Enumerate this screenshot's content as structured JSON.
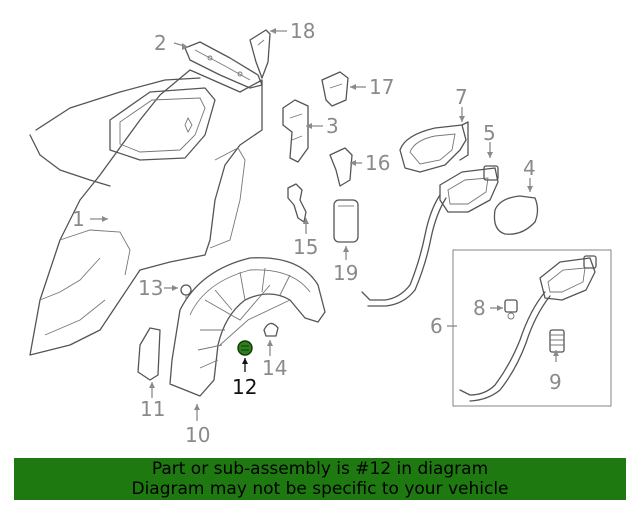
{
  "callouts": [
    {
      "id": "1",
      "label": "1"
    },
    {
      "id": "2",
      "label": "2"
    },
    {
      "id": "3",
      "label": "3"
    },
    {
      "id": "4",
      "label": "4"
    },
    {
      "id": "5",
      "label": "5"
    },
    {
      "id": "6",
      "label": "6"
    },
    {
      "id": "7",
      "label": "7"
    },
    {
      "id": "8",
      "label": "8"
    },
    {
      "id": "9",
      "label": "9"
    },
    {
      "id": "10",
      "label": "10"
    },
    {
      "id": "11",
      "label": "11"
    },
    {
      "id": "12",
      "label": "12",
      "highlighted": true
    },
    {
      "id": "13",
      "label": "13"
    },
    {
      "id": "14",
      "label": "14"
    },
    {
      "id": "15",
      "label": "15"
    },
    {
      "id": "16",
      "label": "16"
    },
    {
      "id": "17",
      "label": "17"
    },
    {
      "id": "18",
      "label": "18"
    },
    {
      "id": "19",
      "label": "19"
    }
  ],
  "banner": {
    "line1": "Part or sub-assembly is #12 in diagram",
    "line2": "Diagram may not be specific to your vehicle"
  },
  "colors": {
    "banner_bg": "#1e7a10",
    "highlight_part": "#2f7d1c",
    "callout_gray": "#8a8a8a"
  }
}
